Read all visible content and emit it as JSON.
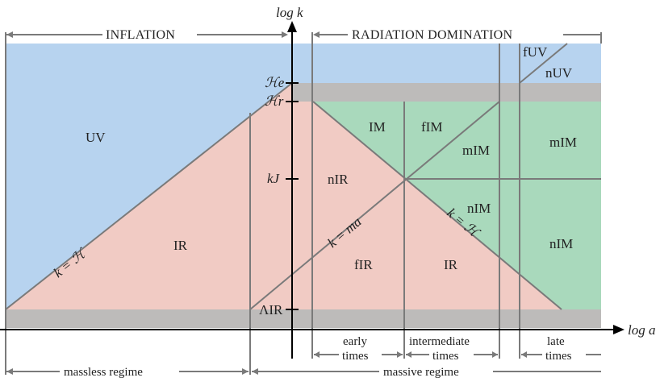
{
  "axes": {
    "y_label": "log k",
    "x_label": "log a"
  },
  "epochs": {
    "inflation": "INFLATION",
    "radiation": "RADIATION DOMINATION"
  },
  "y_ticks": {
    "H_e": "ℋe",
    "H_r": "ℋr",
    "k_J": "kJ",
    "Lambda_IR": "ΛIR"
  },
  "regions": {
    "uv": "UV",
    "ir": "IR",
    "nir": "nIR",
    "fir": "fIR",
    "ir_right": "IR",
    "im": "IM",
    "fim": "fIM",
    "mim_mid": "mIM",
    "mim_right": "mIM",
    "nim_mid": "nIM",
    "nim_right": "nIM",
    "fuv": "fUV",
    "nuv": "nUV"
  },
  "curves": {
    "k_eq_H_left": "k = ℋ",
    "k_eq_ma": "k = ma",
    "k_eq_H_right": "k = ℋ"
  },
  "time_brackets": {
    "early_top": "early",
    "early_bottom": "times",
    "intermediate_top": "intermediate",
    "intermediate_bottom": "times",
    "late_top": "late",
    "late_bottom": "times"
  },
  "regimes": {
    "massless": "massless regime",
    "massive": "massive regime"
  },
  "colors": {
    "uv_blue": "#b7d3ef",
    "ir_pink": "#f1cbc4",
    "im_green": "#a9d9bc",
    "band_gray": "#bdbbba",
    "line_gray": "#7a7a7a"
  }
}
